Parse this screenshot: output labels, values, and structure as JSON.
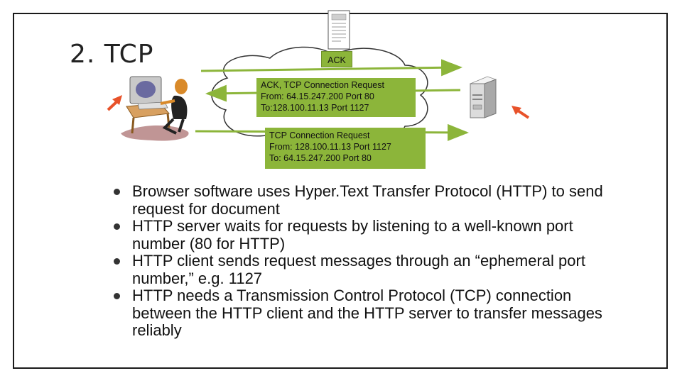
{
  "slide": {
    "title": "2. TCP"
  },
  "diagram": {
    "messages": {
      "ack": {
        "lines": [
          "ACK"
        ]
      },
      "syn_ack": {
        "lines": [
          "ACK, TCP Connection Request",
          "From: 64.15.247.200 Port 80",
          "To:128.100.11.13 Port 1127"
        ]
      },
      "syn": {
        "lines": [
          "TCP Connection Request",
          "From:  128.100.11.13 Port 1127",
          "To: 64.15.247.200 Port 80"
        ]
      }
    },
    "colors": {
      "message_box": "#8cb53a",
      "arrow": "#8cb53a",
      "pointer_arrow": "#e8522a"
    },
    "icons": [
      "person-at-computer-icon",
      "web-server-icon",
      "network-cloud-icon",
      "document-icon",
      "pointer-arrow-icon"
    ]
  },
  "bullets": [
    "Browser software uses Hyper.Text Transfer Protocol (HTTP) to send request for document",
    "HTTP server waits for requests by listening to a well-known port number (80 for HTTP)",
    "HTTP client sends request messages through an “ephemeral port number,” e.g. 1127",
    "HTTP needs a Transmission Control Protocol (TCP) connection between the HTTP client and the HTTP server to transfer messages reliably"
  ]
}
